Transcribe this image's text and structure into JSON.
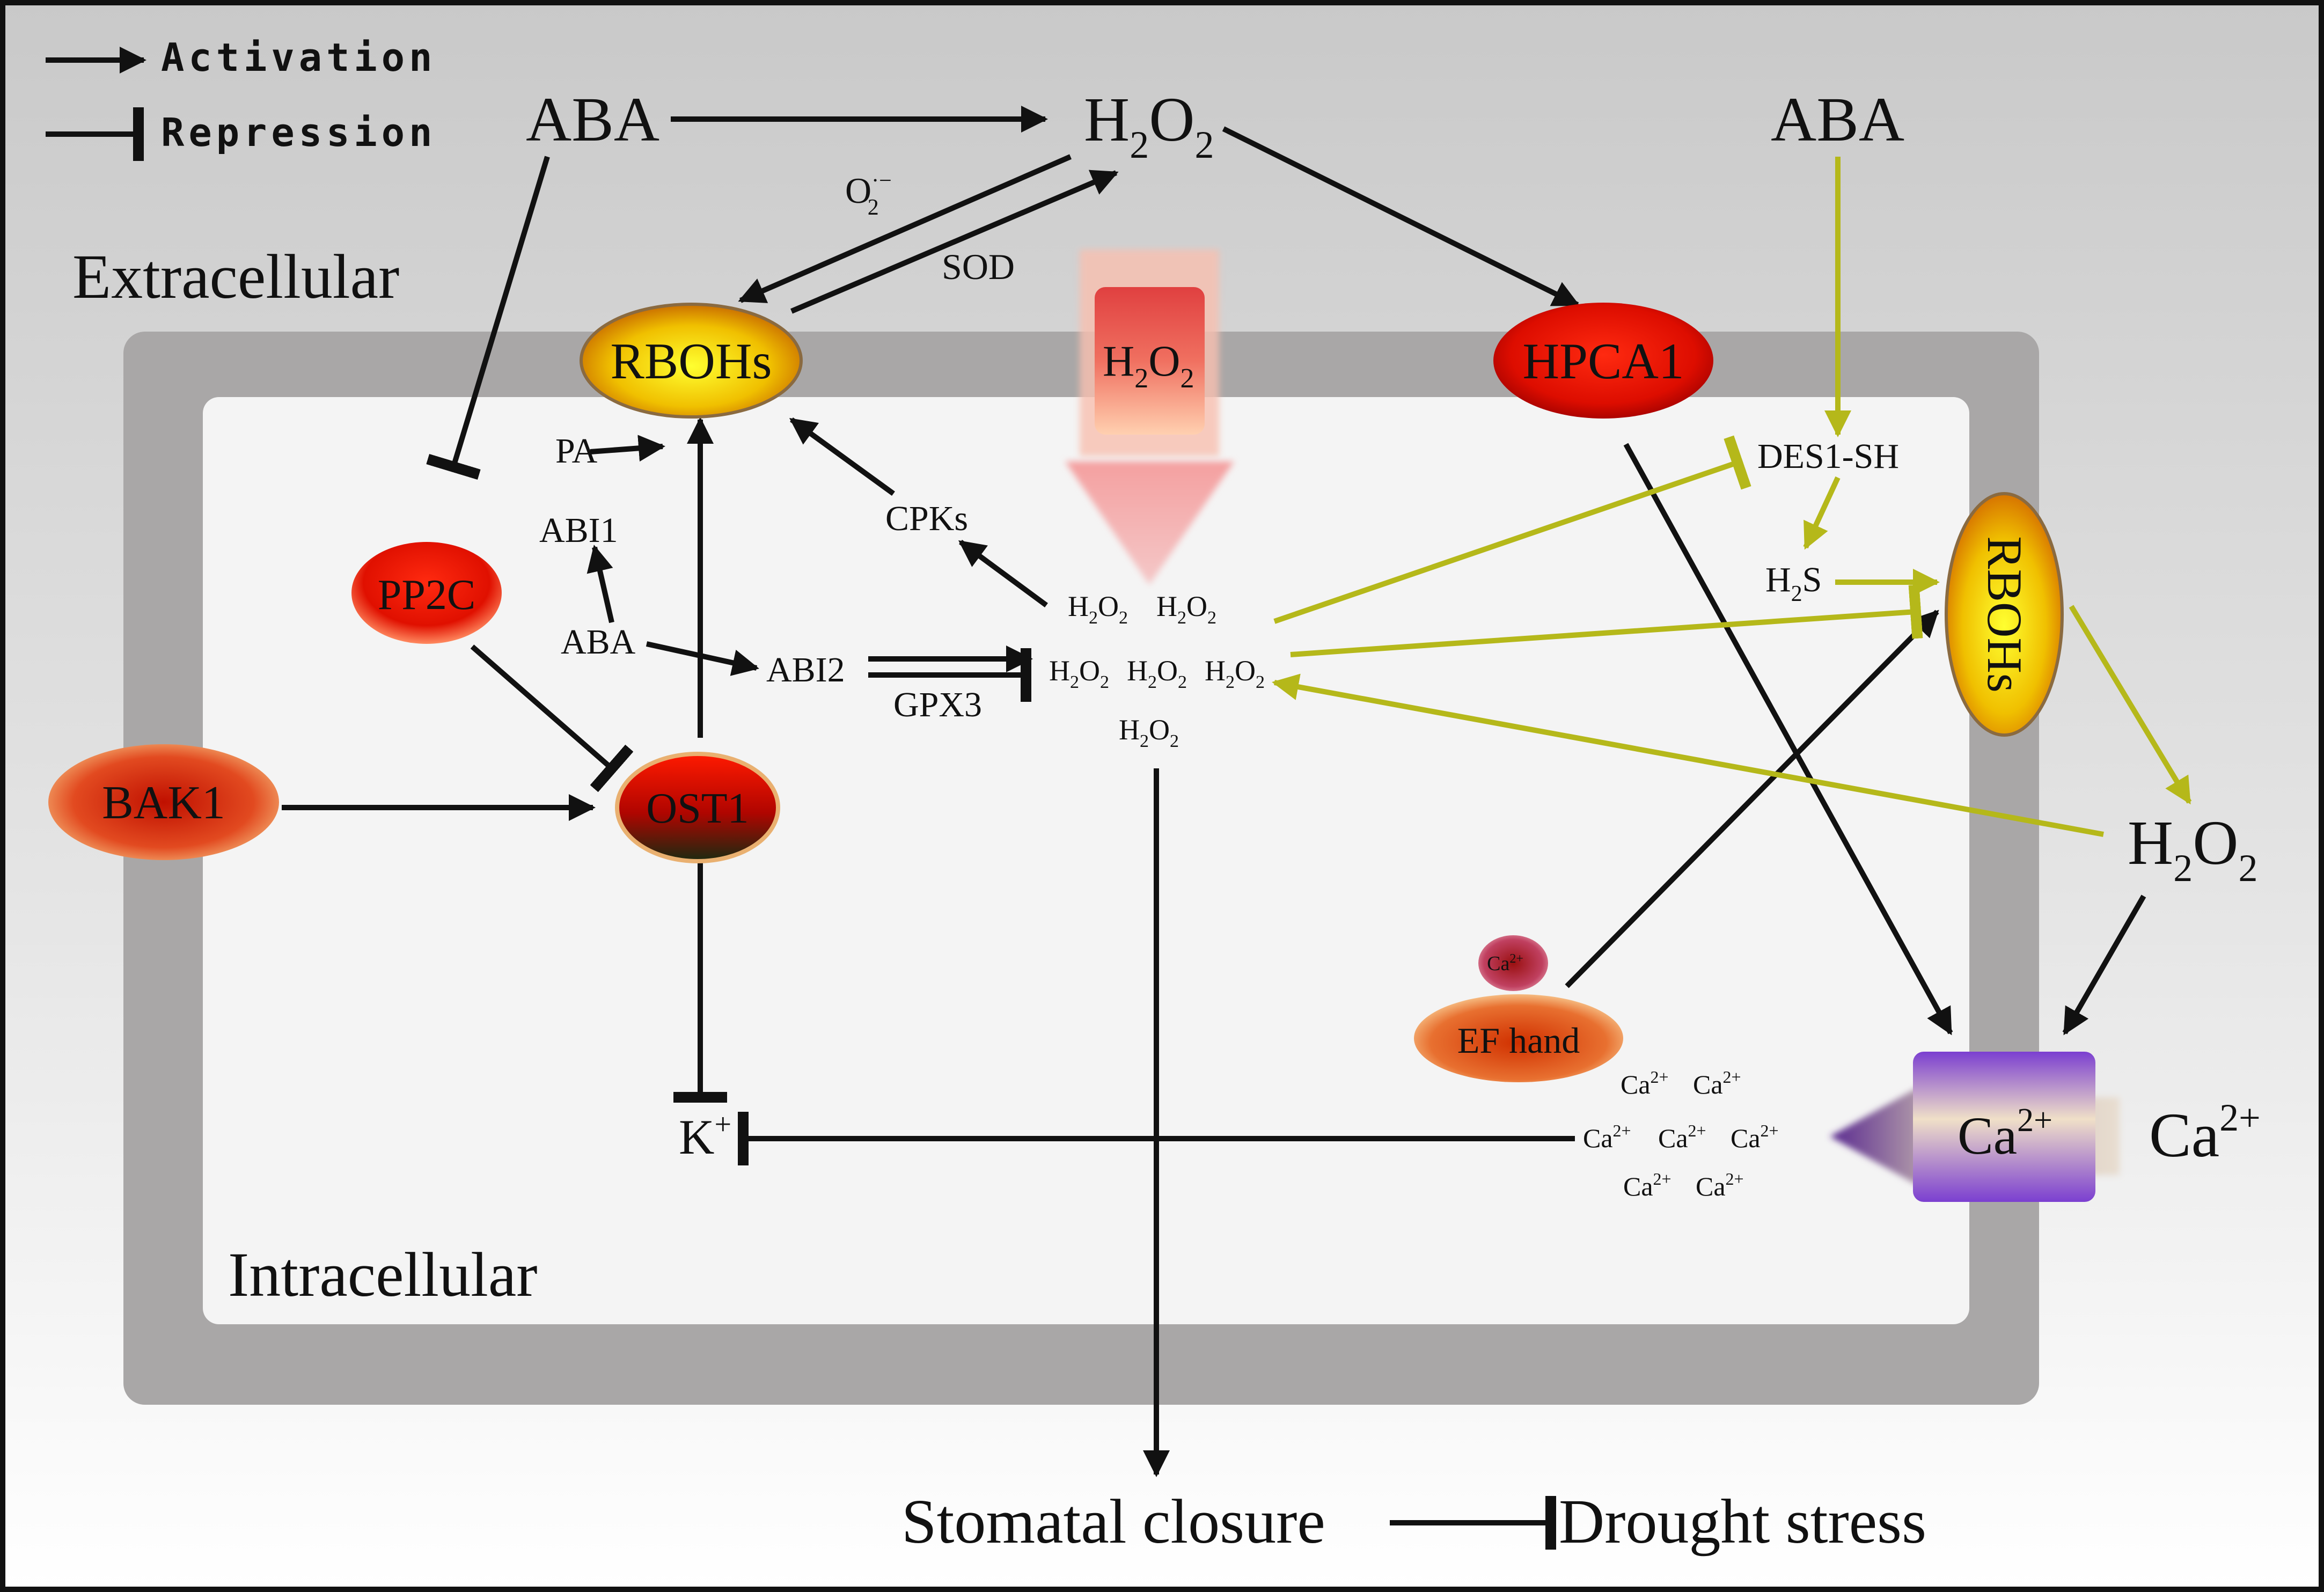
{
  "legend": {
    "activation": "Activation",
    "repression": "Repression"
  },
  "regions": {
    "extracellular": "Extracellular",
    "intracellular": "Intracellular"
  },
  "nodes": {
    "aba_top": "ABA",
    "h2o2_top": "H",
    "aba_right": "ABA",
    "rbohs_left": "RBOHs",
    "h2o2_channel": "H",
    "hpca1": "HPCA1",
    "des1_sh": "DES1-SH",
    "h2s": "H",
    "rbohs_right": "RBOHs",
    "h2o2_right": "H",
    "pp2c": "PP2C",
    "bak1": "BAK1",
    "ost1": "OST1",
    "pa": "PA",
    "abi1": "ABI1",
    "aba_inner": "ABA",
    "abi2": "ABI2",
    "gpx3": "GPX3",
    "cpks": "CPKs",
    "k_plus": "K",
    "ca_ion": "Ca",
    "ef_hand": "EF hand",
    "ca_channel": "Ca",
    "ca_outside": "Ca",
    "stomatal_closure": "Stomatal closure",
    "drought_stress": "Drought stress"
  },
  "labels": {
    "superoxide": "O",
    "sod": "SOD"
  },
  "pool": {
    "row1": [
      "H",
      "H"
    ],
    "row2": [
      "H",
      "H",
      "H"
    ],
    "row3": [
      "H"
    ]
  },
  "ca_pool": {
    "row1": [
      "Ca",
      "Ca"
    ],
    "row2": [
      "Ca",
      "Ca",
      "Ca"
    ],
    "row3": [
      "Ca",
      "Ca"
    ]
  },
  "chem": {
    "sub2": "2",
    "sub_o2": "O",
    "o2_tail": "O",
    "sup_charge": "2+",
    "sup_plus": "+",
    "sup_radical": "·−"
  },
  "colors": {
    "activation": "#111111",
    "h2s_pathway": "#b5b81a",
    "calcium_channel": "#7b3fd0"
  }
}
